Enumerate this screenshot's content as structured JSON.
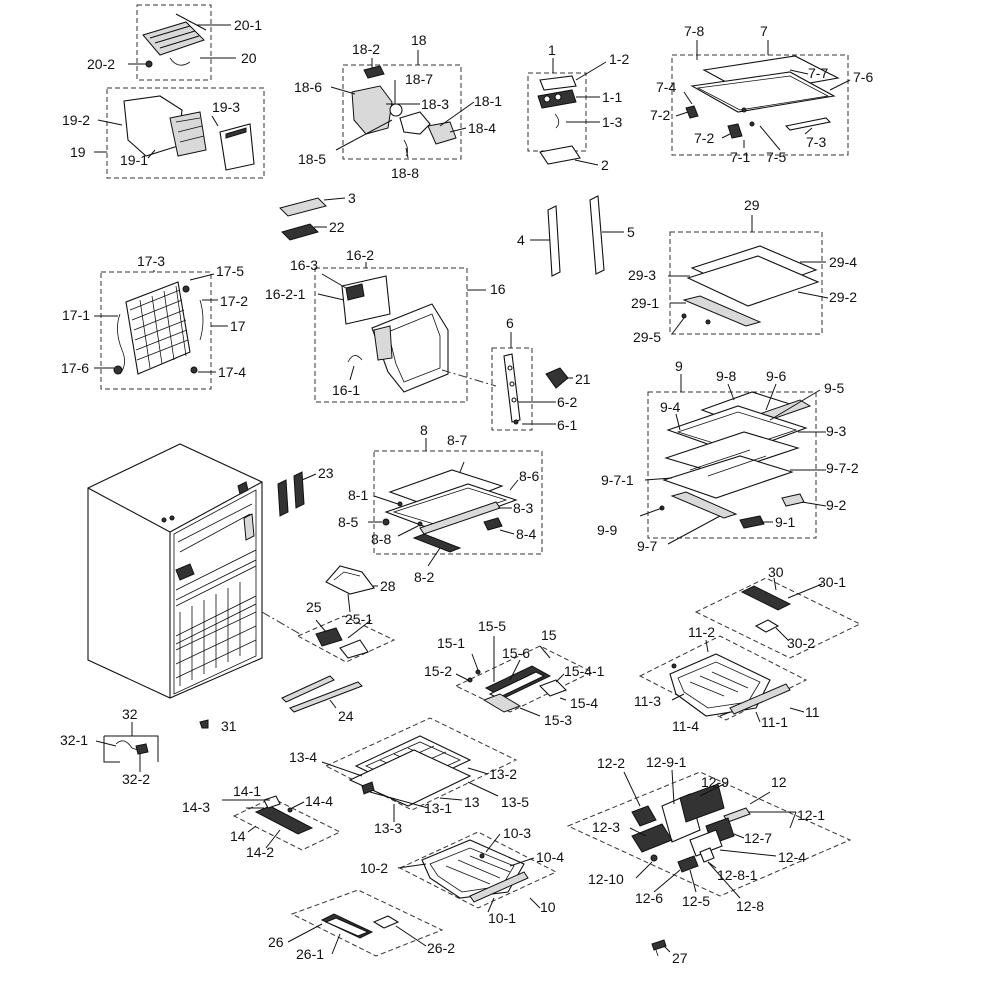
{
  "labels": {
    "l20_1": "20-1",
    "l20": "20",
    "l20_2": "20-2",
    "l19_2": "19-2",
    "l19_3": "19-3",
    "l19": "19",
    "l19_1": "19-1",
    "l18": "18",
    "l18_2": "18-2",
    "l18_7": "18-7",
    "l18_6": "18-6",
    "l18_3": "18-3",
    "l18_1": "18-1",
    "l18_4": "18-4",
    "l18_5": "18-5",
    "l18_8": "18-8",
    "l1": "1",
    "l1_2": "1-2",
    "l1_1": "1-1",
    "l1_3": "1-3",
    "l2": "2",
    "l7_8": "7-8",
    "l7": "7",
    "l7_7": "7-7",
    "l7_6": "7-6",
    "l7_4": "7-4",
    "l7_2a": "7-2",
    "l7_2b": "7-2",
    "l7_3": "7-3",
    "l7_1": "7-1",
    "l7_5": "7-5",
    "l3": "3",
    "l22": "22",
    "l4": "4",
    "l5": "5",
    "l29": "29",
    "l29_4": "29-4",
    "l29_3": "29-3",
    "l29_2": "29-2",
    "l29_1": "29-1",
    "l29_5": "29-5",
    "l17_3": "17-3",
    "l17_5": "17-5",
    "l17_2": "17-2",
    "l17_1": "17-1",
    "l17": "17",
    "l17_6": "17-6",
    "l17_4": "17-4",
    "l16_2": "16-2",
    "l16_3": "16-3",
    "l16_2_1": "16-2-1",
    "l16": "16",
    "l16_1": "16-1",
    "l6": "6",
    "l21": "21",
    "l6_2": "6-2",
    "l6_1": "6-1",
    "l9": "9",
    "l9_8": "9-8",
    "l9_6": "9-6",
    "l9_5": "9-5",
    "l9_4": "9-4",
    "l9_3": "9-3",
    "l9_7_1": "9-7-1",
    "l9_7_2": "9-7-2",
    "l9_2": "9-2",
    "l9_9": "9-9",
    "l9_1": "9-1",
    "l9_7": "9-7",
    "l8": "8",
    "l8_7": "8-7",
    "l8_6": "8-6",
    "l8_1": "8-1",
    "l8_3": "8-3",
    "l8_5": "8-5",
    "l8_4": "8-4",
    "l8_8": "8-8",
    "l8_2": "8-2",
    "l23": "23",
    "l28": "28",
    "l25": "25",
    "l25_1": "25-1",
    "l30": "30",
    "l30_1": "30-1",
    "l30_2": "30-2",
    "l15": "15",
    "l15_5": "15-5",
    "l15_1": "15-1",
    "l15_6": "15-6",
    "l15_4_1": "15-4-1",
    "l15_2": "15-2",
    "l15_4": "15-4",
    "l15_3": "15-3",
    "l11_2": "11-2",
    "l11_3": "11-3",
    "l11": "11",
    "l11_4": "11-4",
    "l11_1": "11-1",
    "l24": "24",
    "l31": "31",
    "l32": "32",
    "l32_1": "32-1",
    "l32_2": "32-2",
    "l13_4": "13-4",
    "l13_2": "13-2",
    "l13": "13",
    "l13_1": "13-1",
    "l13_5": "13-5",
    "l13_3": "13-3",
    "l12_2": "12-2",
    "l12_9_1": "12-9-1",
    "l12_9": "12-9",
    "l12": "12",
    "l12_1": "12-1",
    "l12_3": "12-3",
    "l12_7": "12-7",
    "l12_4": "12-4",
    "l12_10": "12-10",
    "l12_8_1": "12-8-1",
    "l12_6": "12-6",
    "l12_5": "12-5",
    "l12_8": "12-8",
    "l14_1": "14-1",
    "l14_3": "14-3",
    "l14_4": "14-4",
    "l14": "14",
    "l14_2": "14-2",
    "l10_3": "10-3",
    "l10_2": "10-2",
    "l10_4": "10-4",
    "l10": "10",
    "l10_1": "10-1",
    "l26": "26",
    "l26_1": "26-1",
    "l26_2": "26-2",
    "l27": "27"
  }
}
